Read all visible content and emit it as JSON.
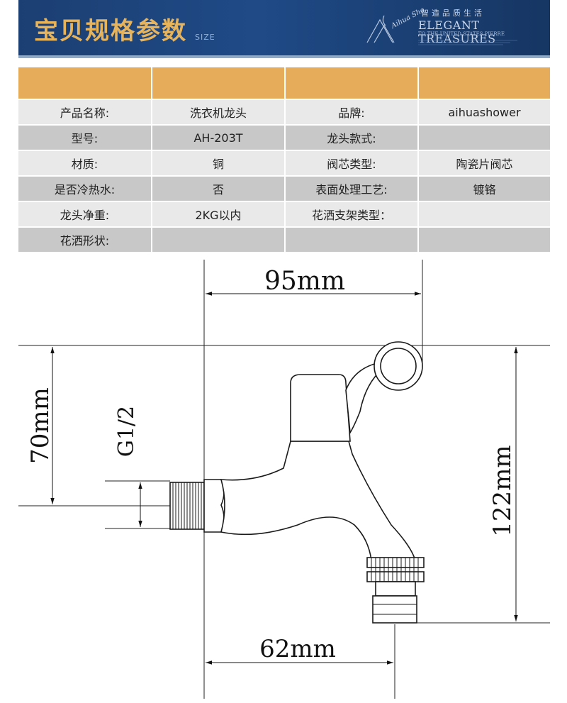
{
  "header": {
    "title": "宝贝规格参数",
    "subtitle": "SIZE",
    "brand_cn": "智造品质生活",
    "brand_en": "ELEGANT TREASURES",
    "brand_small": "TO THE UNITED STATES PIERRE",
    "logo_script": "Aihua Shower"
  },
  "spec": {
    "rows": [
      [
        "产品名称:",
        "洗衣机龙头",
        "品牌:",
        "aihuashower"
      ],
      [
        "型号:",
        "AH-203T",
        "龙头款式:",
        ""
      ],
      [
        "材质:",
        "铜",
        "阀芯类型:",
        "陶瓷片阀芯"
      ],
      [
        "是否冷热水:",
        "否",
        "表面处理工艺:",
        "镀铬"
      ],
      [
        "龙头净重:",
        "2KG以内",
        "花洒支架类型：",
        ""
      ],
      [
        "花洒形状:",
        "",
        "",
        ""
      ]
    ]
  },
  "drawing": {
    "dim_top": "95mm",
    "dim_left": "70mm",
    "dim_thread": "G1/2",
    "dim_right": "122mm",
    "dim_bottom": "62mm"
  },
  "colors": {
    "banner": "#1f4a86",
    "title_gold": "#e7b45c",
    "table_header": "#e6ac5a",
    "row_light": "#e9e9e9",
    "row_dark": "#c8c8c8"
  }
}
